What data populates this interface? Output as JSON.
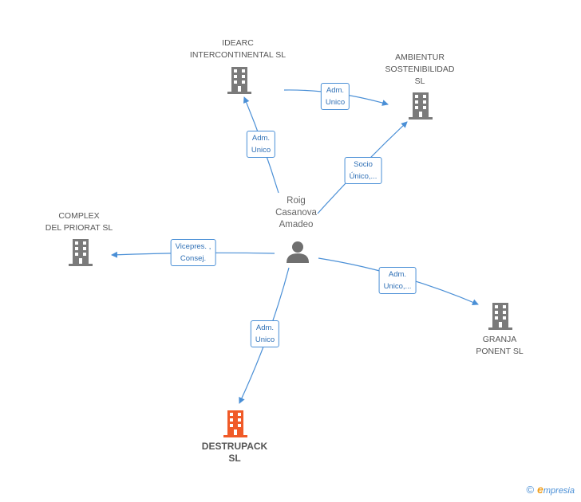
{
  "nodes": {
    "idearc": {
      "line1": "IDEARC",
      "line2": "INTERCONTINENTAL SL"
    },
    "ambientur": {
      "line1": "AMBIENTUR",
      "line2": "SOSTENIBILIDAD",
      "line3": "SL"
    },
    "complex": {
      "line1": "COMPLEX",
      "line2": "DEL PRIORAT SL"
    },
    "granja": {
      "line1": "GRANJA",
      "line2": "PONENT  SL"
    },
    "destrupack": {
      "line1": "DESTRUPACK",
      "line2": "SL"
    },
    "person": {
      "line1": "Roig",
      "line2": "Casanova",
      "line3": "Amadeo"
    }
  },
  "edges": {
    "to_idearc": {
      "line1": "Adm.",
      "line2": "Unico"
    },
    "idearc_ambientur": {
      "line1": "Adm.",
      "line2": "Unico"
    },
    "to_ambientur": {
      "line1": "Socio",
      "line2": "Único,..."
    },
    "to_complex": {
      "line1": "Vicepres. ,",
      "line2": "Consej."
    },
    "to_granja": {
      "line1": "Adm.",
      "line2": "Unico,..."
    },
    "to_destrupack": {
      "line1": "Adm.",
      "line2": "Unico"
    }
  },
  "colors": {
    "edge": "#4a8fd6",
    "building": "#7a7a7a",
    "focus_building": "#f05a28",
    "person": "#6f6f6f"
  },
  "brand": {
    "copyright": "©",
    "initial": "e",
    "name": "mpresia"
  }
}
